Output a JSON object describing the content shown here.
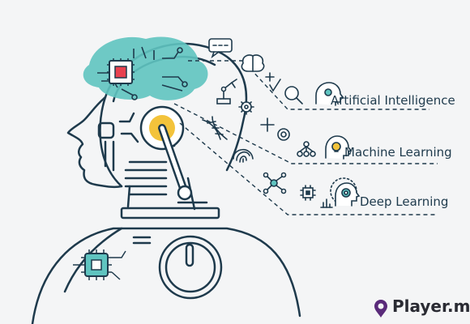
{
  "labels": {
    "ai": "Artificial Intelligence",
    "ml": "Machine Learning",
    "dl": "Deep Learning"
  },
  "watermark": {
    "text": "Player.me"
  },
  "colors": {
    "outline": "#1e3a4c",
    "teal": "#5fc4c0",
    "red": "#e8414f",
    "yellow": "#f3c33b",
    "background": "#f4f5f6"
  },
  "icons": [
    "chat-bubble-icon",
    "brain-icon",
    "plus-icon",
    "checkmark-icon",
    "magnifier-icon",
    "robot-arm-icon",
    "gear-icon",
    "dna-icon",
    "plus-icon",
    "ring-icon",
    "network-icon",
    "fingerprint-icon",
    "molecule-icon",
    "chip-icon",
    "bar-chart-icon",
    "head-profile-icon",
    "head-lightbulb-icon",
    "head-gear-icon"
  ]
}
